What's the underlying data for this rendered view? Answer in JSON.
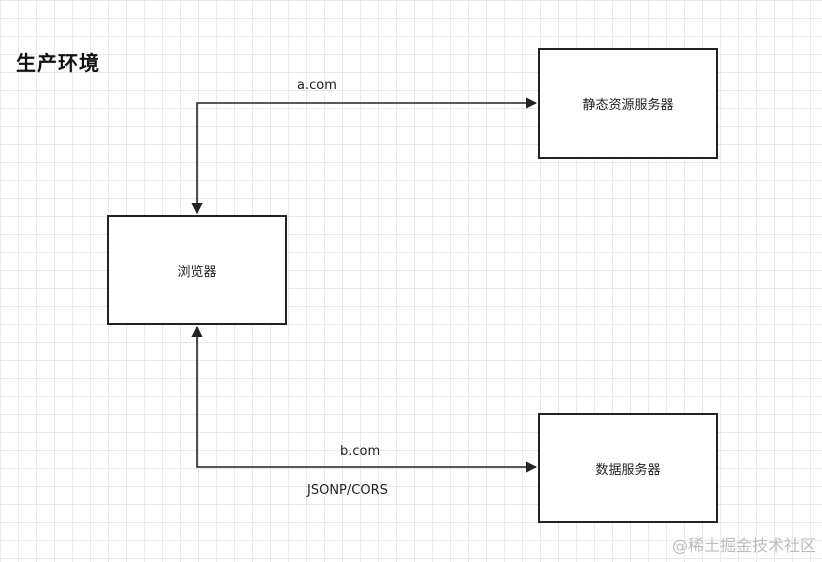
{
  "title": "生产环境",
  "nodes": {
    "static_server": "静态资源服务器",
    "browser": "浏览器",
    "data_server": "数据服务器"
  },
  "edges": {
    "top_label": "a.com",
    "bottom_label": "b.com",
    "bottom_protocol": "JSONP/CORS"
  },
  "watermark": "@稀土掘金技术社区",
  "colors": {
    "line": "#222222",
    "grid": "#e9e9e9",
    "watermark": "#b9bdc2"
  }
}
